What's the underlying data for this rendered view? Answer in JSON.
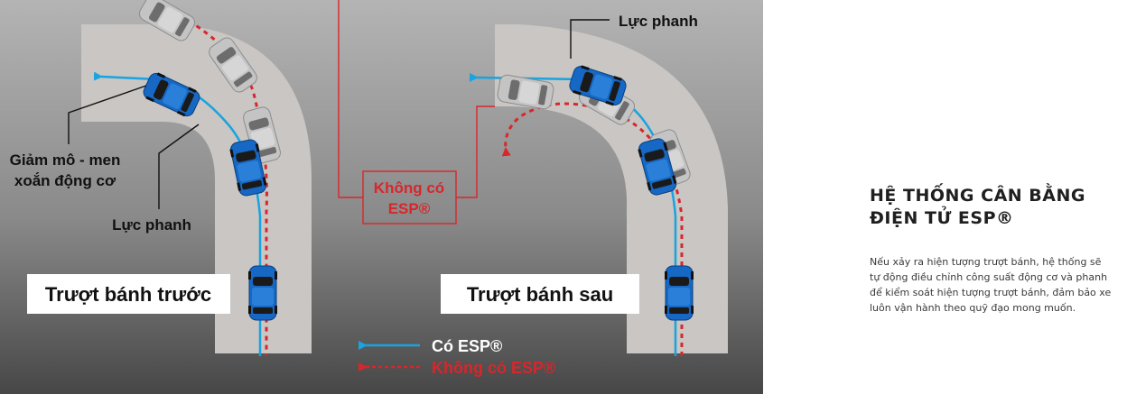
{
  "colors": {
    "bg_top": "#b0b0b0",
    "bg_bottom": "#4a4a4a",
    "road": "#c9c6c3",
    "car_blue": "#1668c4",
    "car_ghost": "#bdbdbd",
    "esp_blue": "#19a3e0",
    "no_esp_red": "#d8262b",
    "label_white": "#ffffff"
  },
  "diagram": {
    "front_panel": {
      "title": "Trượt bánh trước",
      "label_torque_line1": "Giảm mô - men",
      "label_torque_line2": "xoắn động cơ",
      "label_brake": "Lực phanh"
    },
    "rear_panel": {
      "title": "Trượt bánh sau",
      "label_brake": "Lực phanh"
    },
    "callout_no_esp_line1": "Không có",
    "callout_no_esp_line2": "ESP®",
    "legend": {
      "with_esp": "Có ESP®",
      "without_esp": "Không có ESP®"
    }
  },
  "info": {
    "title_line1": "HỆ THỐNG CÂN BẰNG",
    "title_line2": "ĐIỆN TỬ ESP®",
    "body": "Nếu xảy ra hiện tượng trượt bánh, hệ thống sẽ tự động điều chỉnh công suất động cơ và phanh để kiểm soát hiện tượng trượt bánh, đảm bảo xe luôn vận hành theo quỹ đạo mong muốn."
  }
}
